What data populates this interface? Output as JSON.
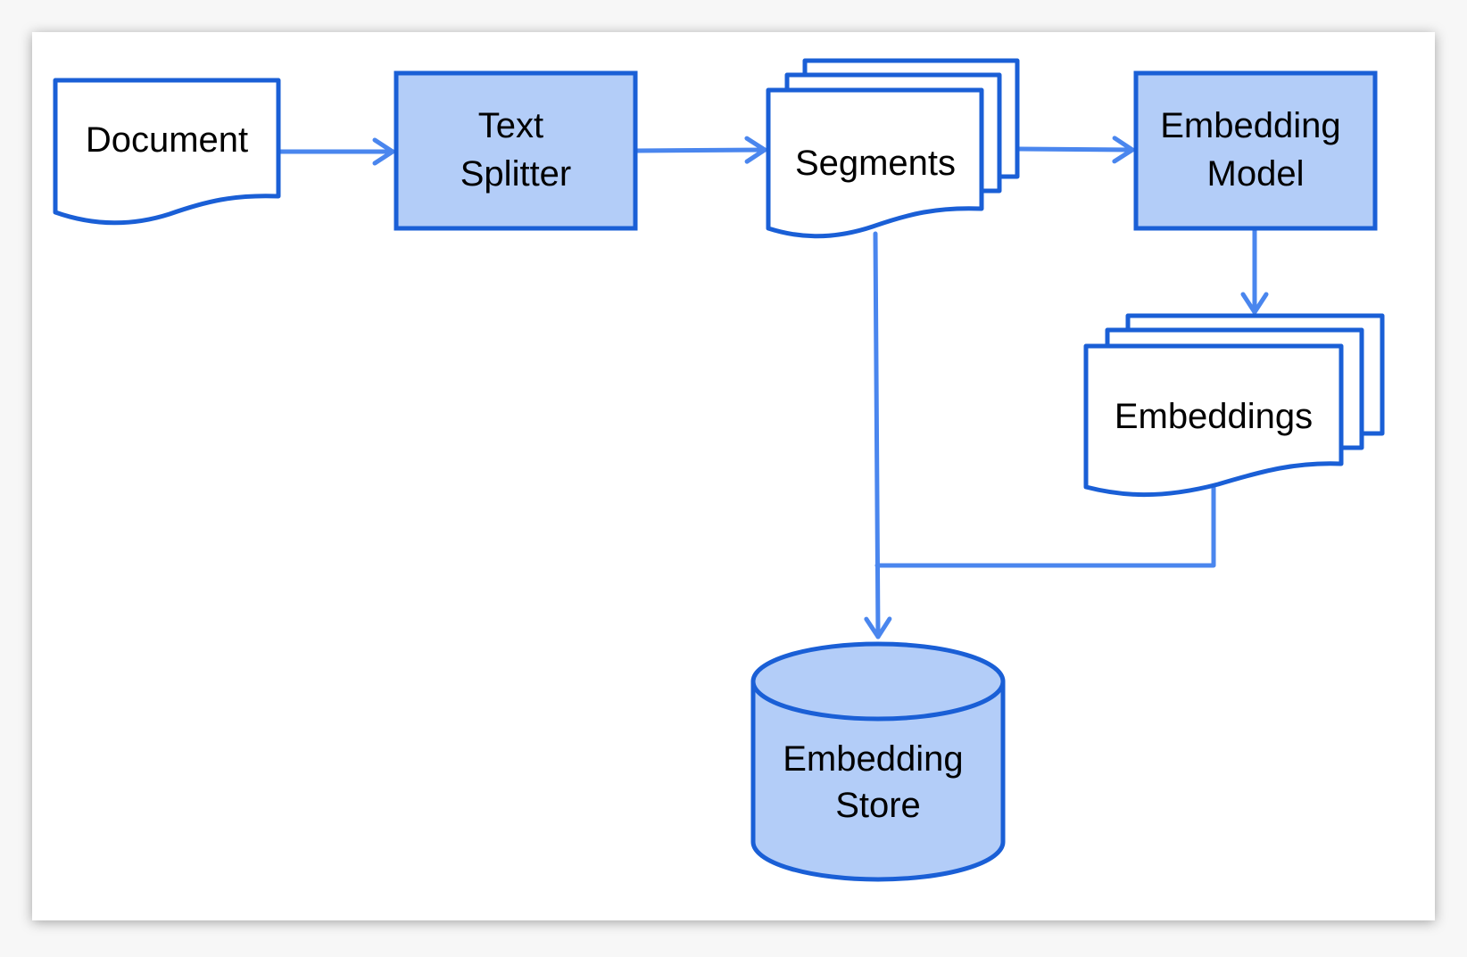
{
  "diagram": {
    "nodes": {
      "document": {
        "lines": [
          "Document"
        ]
      },
      "text_splitter": {
        "lines": [
          "Text",
          "Splitter"
        ]
      },
      "segments": {
        "lines": [
          "Segments"
        ]
      },
      "embedding_model": {
        "lines": [
          "Embedding",
          "Model"
        ]
      },
      "embeddings": {
        "lines": [
          "Embeddings"
        ]
      },
      "embedding_store": {
        "lines": [
          "Embedding",
          "Store"
        ]
      }
    },
    "edges": [
      {
        "from": "document",
        "to": "text_splitter"
      },
      {
        "from": "text_splitter",
        "to": "segments"
      },
      {
        "from": "segments",
        "to": "embedding_model"
      },
      {
        "from": "embedding_model",
        "to": "embeddings"
      },
      {
        "from": "segments",
        "to": "embedding_store"
      },
      {
        "from": "embeddings",
        "to": "embedding_store"
      }
    ],
    "colors": {
      "stroke": "#1a5fd6",
      "process_fill": "#b3cdf8",
      "document_fill": "#ffffff",
      "connector": "#4a86ee",
      "card_background": "#ffffff",
      "page_background": "#f7f7f7"
    }
  }
}
